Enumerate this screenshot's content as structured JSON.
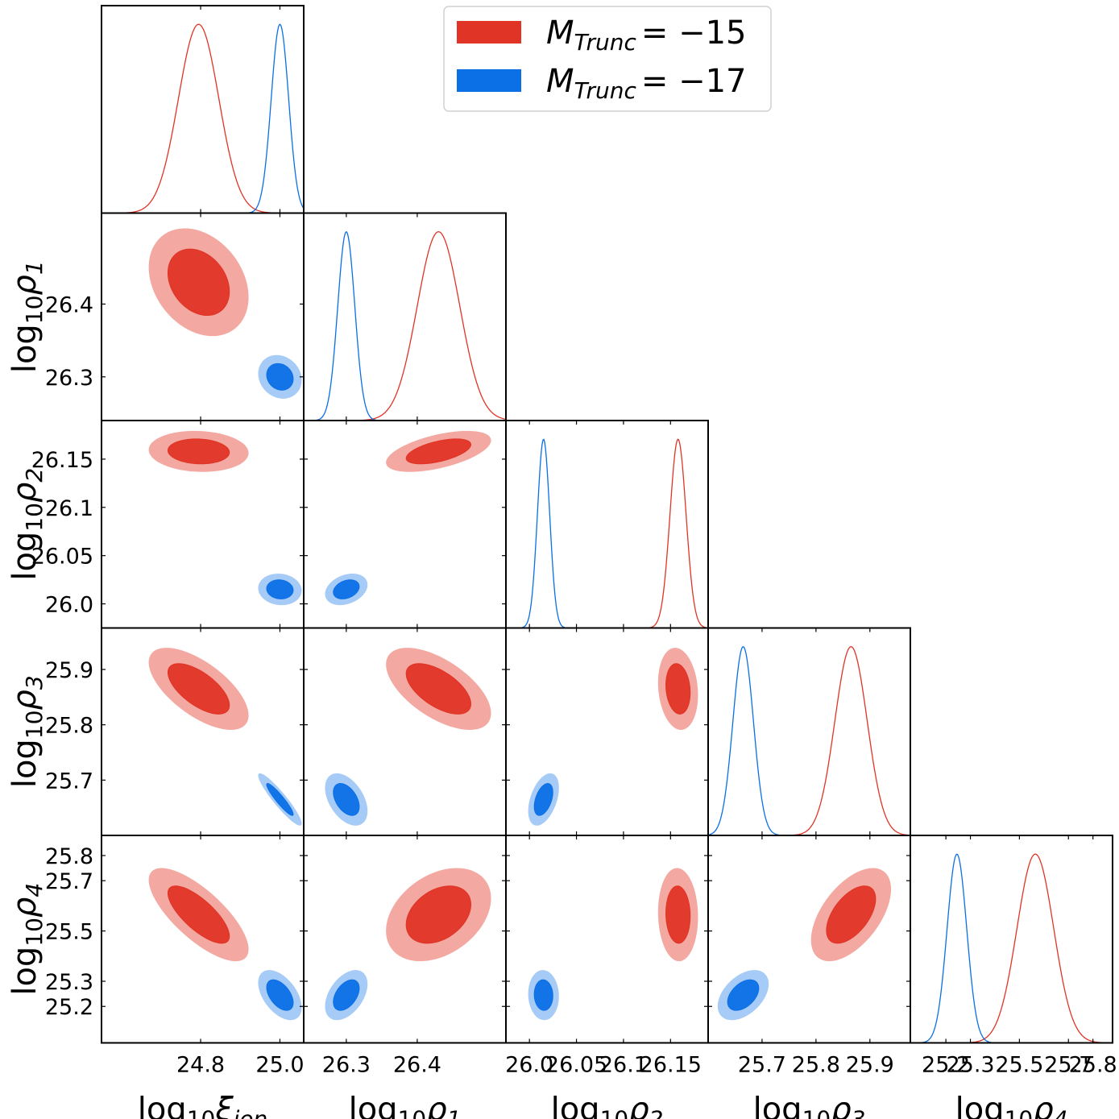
{
  "chart_data": {
    "type": "corner",
    "parameters": [
      {
        "symbol": "ξ",
        "sub": "ion",
        "range": [
          24.55,
          25.06
        ],
        "ticks": [
          24.8,
          25.0
        ],
        "tick_labels": [
          "24.8",
          "25.0"
        ]
      },
      {
        "symbol": "ρ",
        "sub": "1",
        "range": [
          26.24,
          26.525
        ],
        "ticks": [
          26.3,
          26.4
        ],
        "tick_labels": [
          "26.3",
          "26.4"
        ]
      },
      {
        "symbol": "ρ",
        "sub": "2",
        "range": [
          25.975,
          26.19
        ],
        "ticks": [
          26.0,
          26.05,
          26.1,
          26.15
        ],
        "tick_labels": [
          "26.0",
          "26.05",
          "26.1",
          "26.15"
        ]
      },
      {
        "symbol": "ρ",
        "sub": "3",
        "range": [
          25.6,
          25.975
        ],
        "ticks": [
          25.7,
          25.8,
          25.9
        ],
        "tick_labels": [
          "25.7",
          "25.8",
          "25.9"
        ]
      },
      {
        "symbol": "ρ",
        "sub": "4",
        "range": [
          25.055,
          25.88
        ],
        "ticks": [
          25.2,
          25.3,
          25.5,
          25.7,
          25.8
        ],
        "tick_labels": [
          "25.2",
          "25.3",
          "25.5",
          "25.7",
          "25.8"
        ]
      }
    ],
    "axis_prefix": "log",
    "axis_prefix_sub": "10",
    "series": [
      {
        "name_main": "M",
        "name_sub": "Trunc",
        "name_value": "= −15",
        "color": "#e03426",
        "color_light": "#f3a9a2",
        "mean": [
          24.795,
          26.43,
          26.158,
          25.865,
          25.565
        ],
        "std": [
          0.051,
          0.03,
          0.0085,
          0.03,
          0.075
        ]
      },
      {
        "name_main": "M",
        "name_sub": "Trunc",
        "name_value": "= −17",
        "color": "#0b6fe6",
        "color_light": "#a6cbf6",
        "mean": [
          25.0,
          26.3,
          26.015,
          25.665,
          25.245
        ],
        "std": [
          0.022,
          0.012,
          0.0065,
          0.019,
          0.04
        ]
      }
    ],
    "correlations": [
      {
        "i": 1,
        "j": 0,
        "r": [
          -0.28,
          -0.15
        ]
      },
      {
        "i": 2,
        "j": 0,
        "r": [
          -0.08,
          -0.08
        ]
      },
      {
        "i": 2,
        "j": 1,
        "r": [
          0.55,
          0.3
        ]
      },
      {
        "i": 3,
        "j": 0,
        "r": [
          -0.65,
          -0.93
        ]
      },
      {
        "i": 3,
        "j": 1,
        "r": [
          -0.6,
          -0.45
        ]
      },
      {
        "i": 3,
        "j": 2,
        "r": [
          -0.15,
          0.45
        ]
      },
      {
        "i": 4,
        "j": 0,
        "r": [
          -0.75,
          -0.5
        ]
      },
      {
        "i": 4,
        "j": 1,
        "r": [
          0.35,
          0.45
        ]
      },
      {
        "i": 4,
        "j": 2,
        "r": [
          -0.05,
          -0.05
        ]
      },
      {
        "i": 4,
        "j": 3,
        "r": [
          0.55,
          0.45
        ]
      }
    ],
    "legend": "upper-right",
    "grid": false
  }
}
